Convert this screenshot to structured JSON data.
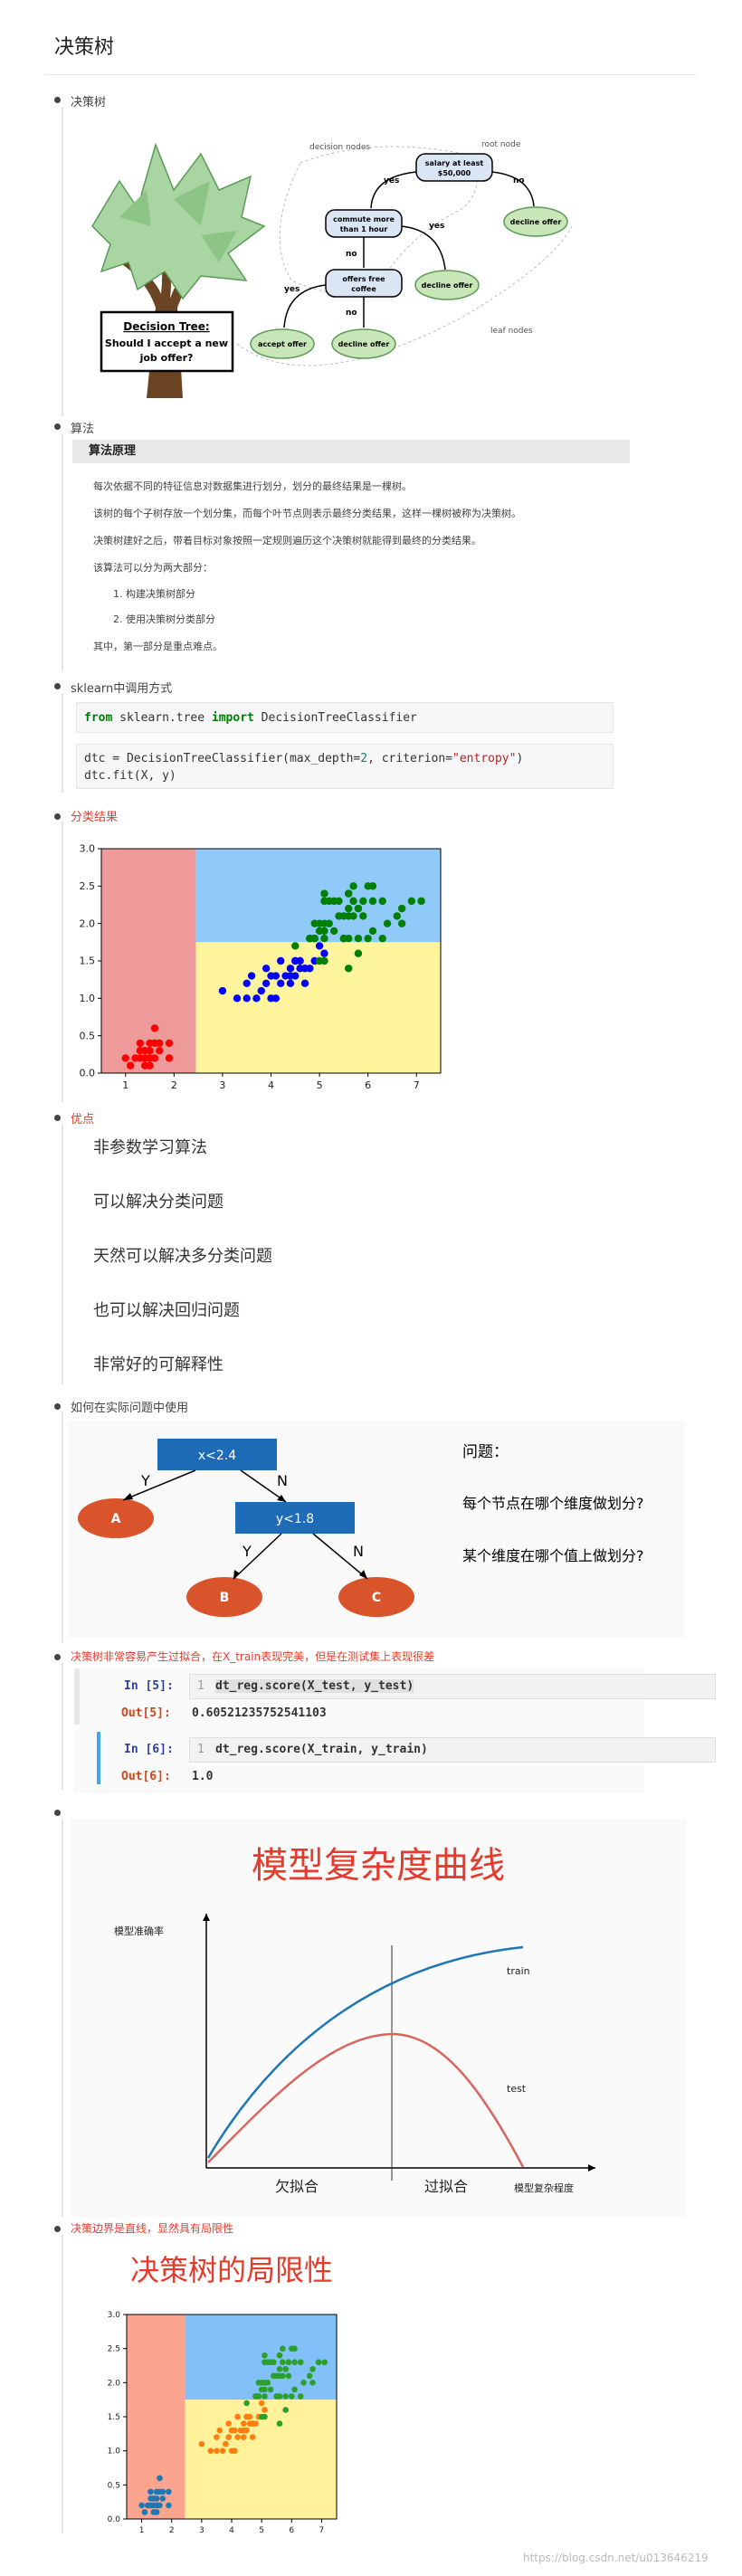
{
  "page_title": "决策树",
  "sections": {
    "tree_label": "决策树",
    "algo_label": "算法",
    "sklearn_label": "sklearn中调用方式",
    "result_label": "分类结果",
    "advantages_label": "优点",
    "practical_label": "如何在实际问题中使用",
    "overfit_label": "决策树非常容易产生过拟合，在X_train表现完美，但是在测试集上表现很差",
    "boundary_label": "决策边界是直线，显然具有局限性"
  },
  "tree_figure": {
    "decision_nodes": "decision nodes",
    "root_node": "root node",
    "leaf_nodes": "leaf nodes",
    "root": [
      "salary at least",
      "$50,000"
    ],
    "commute": [
      "commute more",
      "than 1 hour"
    ],
    "coffee": [
      "offers free",
      "coffee"
    ],
    "leaf_decline": "decline offer",
    "leaf_accept": "accept offer",
    "yes": "yes",
    "no": "no",
    "sign_title": "Decision Tree:",
    "sign_line1": "Should I accept a new",
    "sign_line2": "job offer?"
  },
  "algorithm": {
    "header": "算法原理",
    "lines": [
      "每次依据不同的特征信息对数据集进行划分，划分的最终结果是一棵树。",
      "该树的每个子树存放一个划分集，而每个叶节点则表示最终分类结果，这样一棵树被称为决策树。",
      "决策树建好之后，带着目标对象按照一定规则遍历这个决策树就能得到最终的分类结果。",
      "该算法可以分为两大部分："
    ],
    "steps": [
      "1. 构建决策树部分",
      "2. 使用决策树分类部分"
    ],
    "note": "其中，第一部分是重点难点。"
  },
  "code": {
    "import_from": "from",
    "import_module": " sklearn.tree ",
    "import_kw": "import",
    "import_class": " DecisionTreeClassifier",
    "line1_a": "dtc = DecisionTreeClassifier(max_depth=",
    "line1_num": "2",
    "line1_b": ", criterion=",
    "line1_str": "\"entropy\"",
    "line1_c": ")",
    "line2": "dtc.fit(X, y)"
  },
  "chart_data": [
    {
      "type": "scatter",
      "title": "",
      "xlabel": "",
      "ylabel": "",
      "xlim": [
        0.5,
        7.5
      ],
      "ylim": [
        0,
        3.0
      ],
      "xticks": [
        "1",
        "2",
        "3",
        "4",
        "5",
        "6",
        "7"
      ],
      "yticks": [
        "0.0",
        "0.5",
        "1.0",
        "1.5",
        "2.0",
        "2.5",
        "3.0"
      ],
      "regions": [
        {
          "color": "#ef9a9a",
          "x": [
            0.5,
            2.45
          ],
          "y": [
            0,
            3.0
          ]
        },
        {
          "color": "#90caf9",
          "x": [
            2.45,
            7.5
          ],
          "y": [
            1.75,
            3.0
          ]
        },
        {
          "color": "#fff59d",
          "x": [
            2.45,
            7.5
          ],
          "y": [
            0,
            1.75
          ]
        }
      ],
      "series": [
        {
          "color": "#ff0000",
          "points": [
            [
              1.4,
              0.2
            ],
            [
              1.3,
              0.2
            ],
            [
              1.5,
              0.2
            ],
            [
              1.4,
              0.3
            ],
            [
              1.7,
              0.4
            ],
            [
              1.5,
              0.1
            ],
            [
              1.6,
              0.2
            ],
            [
              1.1,
              0.1
            ],
            [
              1.2,
              0.2
            ],
            [
              1.5,
              0.4
            ],
            [
              1.3,
              0.4
            ],
            [
              1.7,
              0.3
            ],
            [
              1.9,
              0.4
            ],
            [
              1.6,
              0.6
            ],
            [
              1.4,
              0.1
            ],
            [
              1.0,
              0.2
            ],
            [
              1.5,
              0.3
            ],
            [
              1.6,
              0.4
            ],
            [
              1.9,
              0.2
            ],
            [
              1.3,
              0.3
            ]
          ]
        },
        {
          "color": "#0000ff",
          "points": [
            [
              4.7,
              1.4
            ],
            [
              4.5,
              1.5
            ],
            [
              4.9,
              1.5
            ],
            [
              4.0,
              1.3
            ],
            [
              4.6,
              1.5
            ],
            [
              3.3,
              1.0
            ],
            [
              4.4,
              1.4
            ],
            [
              3.9,
              1.4
            ],
            [
              3.5,
              1.0
            ],
            [
              4.2,
              1.5
            ],
            [
              4.0,
              1.0
            ],
            [
              4.7,
              1.4
            ],
            [
              3.6,
              1.3
            ],
            [
              4.4,
              1.3
            ],
            [
              4.1,
              1.0
            ],
            [
              4.5,
              1.5
            ],
            [
              4.9,
              1.8
            ],
            [
              4.8,
              1.8
            ],
            [
              5.0,
              1.7
            ],
            [
              3.8,
              1.1
            ],
            [
              3.7,
              1.0
            ],
            [
              3.0,
              1.1
            ],
            [
              4.3,
              1.3
            ],
            [
              5.1,
              1.6
            ],
            [
              4.8,
              1.4
            ],
            [
              4.6,
              1.4
            ],
            [
              4.2,
              1.2
            ],
            [
              3.9,
              1.2
            ],
            [
              4.4,
              1.2
            ],
            [
              4.7,
              1.2
            ],
            [
              4.1,
              1.3
            ],
            [
              4.5,
              1.3
            ],
            [
              3.5,
              1.2
            ]
          ]
        },
        {
          "color": "#008000",
          "points": [
            [
              6.0,
              2.5
            ],
            [
              5.1,
              1.9
            ],
            [
              5.9,
              2.1
            ],
            [
              5.6,
              1.8
            ],
            [
              5.8,
              2.2
            ],
            [
              6.6,
              2.1
            ],
            [
              4.5,
              1.7
            ],
            [
              6.3,
              1.8
            ],
            [
              5.8,
              1.8
            ],
            [
              6.1,
              2.5
            ],
            [
              5.1,
              2.0
            ],
            [
              5.3,
              1.9
            ],
            [
              5.5,
              2.1
            ],
            [
              5.0,
              2.0
            ],
            [
              5.1,
              2.4
            ],
            [
              5.3,
              2.3
            ],
            [
              5.5,
              1.8
            ],
            [
              6.7,
              2.2
            ],
            [
              6.9,
              2.3
            ],
            [
              5.0,
              1.5
            ],
            [
              5.7,
              2.3
            ],
            [
              4.9,
              2.0
            ],
            [
              6.7,
              2.0
            ],
            [
              4.9,
              1.8
            ],
            [
              5.7,
              2.1
            ],
            [
              6.0,
              1.8
            ],
            [
              4.8,
              1.8
            ],
            [
              4.9,
              1.8
            ],
            [
              5.6,
              2.1
            ],
            [
              5.8,
              1.6
            ],
            [
              6.1,
              1.9
            ],
            [
              6.4,
              2.0
            ],
            [
              5.6,
              2.2
            ],
            [
              5.1,
              1.5
            ],
            [
              5.6,
              1.4
            ],
            [
              6.1,
              2.3
            ],
            [
              5.6,
              2.4
            ],
            [
              5.5,
              1.8
            ],
            [
              4.8,
              1.8
            ],
            [
              5.4,
              2.1
            ],
            [
              5.6,
              2.4
            ],
            [
              5.1,
              2.3
            ],
            [
              5.9,
              2.3
            ],
            [
              5.7,
              2.5
            ],
            [
              5.2,
              2.3
            ],
            [
              5.0,
              1.9
            ],
            [
              5.2,
              2.0
            ],
            [
              5.4,
              2.3
            ],
            [
              5.1,
              1.8
            ],
            [
              7.1,
              2.3
            ],
            [
              6.3,
              2.3
            ],
            [
              5.8,
              2.2
            ]
          ]
        }
      ]
    },
    {
      "type": "scatter",
      "title": "决策树的局限性",
      "xlabel": "",
      "ylabel": "",
      "xlim": [
        0.5,
        7.5
      ],
      "ylim": [
        0,
        3.0
      ],
      "xticks": [
        "1",
        "2",
        "3",
        "4",
        "5",
        "6",
        "7"
      ],
      "yticks": [
        "0.0",
        "0.5",
        "1.0",
        "1.5",
        "2.0",
        "2.5",
        "3.0"
      ],
      "regions": [
        {
          "color": "#fba58f",
          "x": [
            0.5,
            2.45
          ],
          "y": [
            0,
            3.0
          ]
        },
        {
          "color": "#82c1f7",
          "x": [
            2.45,
            7.5
          ],
          "y": [
            1.75,
            3.0
          ]
        },
        {
          "color": "#fff29a",
          "x": [
            2.45,
            7.5
          ],
          "y": [
            0,
            1.75
          ]
        }
      ],
      "series": [
        {
          "color": "#1f77b4",
          "points": [
            [
              1.4,
              0.2
            ],
            [
              1.3,
              0.2
            ],
            [
              1.5,
              0.2
            ],
            [
              1.4,
              0.3
            ],
            [
              1.7,
              0.4
            ],
            [
              1.5,
              0.1
            ],
            [
              1.6,
              0.2
            ],
            [
              1.1,
              0.1
            ],
            [
              1.2,
              0.2
            ],
            [
              1.5,
              0.4
            ],
            [
              1.3,
              0.4
            ],
            [
              1.7,
              0.3
            ],
            [
              1.9,
              0.4
            ],
            [
              1.6,
              0.6
            ],
            [
              1.4,
              0.1
            ],
            [
              1.0,
              0.2
            ],
            [
              1.5,
              0.3
            ],
            [
              1.6,
              0.4
            ],
            [
              1.9,
              0.2
            ],
            [
              1.3,
              0.3
            ]
          ]
        },
        {
          "color": "#ff7f0e",
          "points": [
            [
              4.7,
              1.4
            ],
            [
              4.5,
              1.5
            ],
            [
              4.9,
              1.5
            ],
            [
              4.0,
              1.3
            ],
            [
              4.6,
              1.5
            ],
            [
              3.3,
              1.0
            ],
            [
              4.4,
              1.4
            ],
            [
              3.9,
              1.4
            ],
            [
              3.5,
              1.0
            ],
            [
              4.2,
              1.5
            ],
            [
              4.0,
              1.0
            ],
            [
              4.7,
              1.4
            ],
            [
              3.6,
              1.3
            ],
            [
              4.4,
              1.3
            ],
            [
              4.1,
              1.0
            ],
            [
              4.5,
              1.5
            ],
            [
              4.9,
              1.8
            ],
            [
              4.8,
              1.8
            ],
            [
              5.0,
              1.7
            ],
            [
              3.8,
              1.1
            ],
            [
              3.7,
              1.0
            ],
            [
              3.0,
              1.1
            ],
            [
              4.3,
              1.3
            ],
            [
              5.1,
              1.6
            ],
            [
              4.8,
              1.4
            ],
            [
              4.6,
              1.4
            ],
            [
              4.2,
              1.2
            ],
            [
              3.9,
              1.2
            ],
            [
              4.4,
              1.2
            ],
            [
              4.7,
              1.2
            ],
            [
              4.1,
              1.3
            ],
            [
              4.5,
              1.3
            ],
            [
              3.5,
              1.2
            ]
          ]
        },
        {
          "color": "#2ca02c",
          "points": [
            [
              6.0,
              2.5
            ],
            [
              5.1,
              1.9
            ],
            [
              5.9,
              2.1
            ],
            [
              5.6,
              1.8
            ],
            [
              5.8,
              2.2
            ],
            [
              6.6,
              2.1
            ],
            [
              4.5,
              1.7
            ],
            [
              6.3,
              1.8
            ],
            [
              5.8,
              1.8
            ],
            [
              6.1,
              2.5
            ],
            [
              5.1,
              2.0
            ],
            [
              5.3,
              1.9
            ],
            [
              5.5,
              2.1
            ],
            [
              5.0,
              2.0
            ],
            [
              5.1,
              2.4
            ],
            [
              5.3,
              2.3
            ],
            [
              5.5,
              1.8
            ],
            [
              6.7,
              2.2
            ],
            [
              6.9,
              2.3
            ],
            [
              5.0,
              1.5
            ],
            [
              5.7,
              2.3
            ],
            [
              4.9,
              2.0
            ],
            [
              6.7,
              2.0
            ],
            [
              4.9,
              1.8
            ],
            [
              5.7,
              2.1
            ],
            [
              6.0,
              1.8
            ],
            [
              4.8,
              1.8
            ],
            [
              4.9,
              1.8
            ],
            [
              5.6,
              2.1
            ],
            [
              5.8,
              1.6
            ],
            [
              6.1,
              1.9
            ],
            [
              6.4,
              2.0
            ],
            [
              5.6,
              2.2
            ],
            [
              5.1,
              1.5
            ],
            [
              5.6,
              1.4
            ],
            [
              6.1,
              2.3
            ],
            [
              5.6,
              2.4
            ],
            [
              5.5,
              1.8
            ],
            [
              4.8,
              1.8
            ],
            [
              5.4,
              2.1
            ],
            [
              5.6,
              2.4
            ],
            [
              5.1,
              2.3
            ],
            [
              5.9,
              2.3
            ],
            [
              5.7,
              2.5
            ],
            [
              5.2,
              2.3
            ],
            [
              5.0,
              1.9
            ],
            [
              5.2,
              2.0
            ],
            [
              5.4,
              2.3
            ],
            [
              5.1,
              1.8
            ],
            [
              7.1,
              2.3
            ],
            [
              6.3,
              2.3
            ],
            [
              5.8,
              2.2
            ]
          ]
        }
      ]
    },
    {
      "type": "line",
      "title": "模型复杂度曲线",
      "xlabel": "模型复杂程度",
      "ylabel": "模型准确率",
      "x_regions": [
        "欠拟合",
        "过拟合"
      ],
      "series": [
        {
          "name": "train",
          "color": "#1f77b4"
        },
        {
          "name": "test",
          "color": "#d9665f"
        }
      ]
    }
  ],
  "advantages": [
    "非参数学习算法",
    "可以解决分类问题",
    "天然可以解决多分类问题",
    "也可以解决回归问题",
    "非常好的可解释性"
  ],
  "practical": {
    "root": "x<2.4",
    "mid": "y<1.8",
    "leaf_a": "A",
    "leaf_b": "B",
    "leaf_c": "C",
    "y": "Y",
    "n": "N",
    "q_title": "问题：",
    "q1": "每个节点在哪个维度做划分?",
    "q2": "某个维度在哪个值上做划分?"
  },
  "jupyter": {
    "in5": "In [5]:",
    "n5": "1",
    "code5": "dt_reg.score(X_test, y_test)",
    "out5": "Out[5]:",
    "val5": "0.60521235752541103",
    "in6": "In [6]:",
    "n6": "1",
    "code6": "dt_reg.score(X_train, y_train)",
    "out6": "Out[6]:",
    "val6": "1.0"
  },
  "watermark": "https://blog.csdn.net/u013646219"
}
